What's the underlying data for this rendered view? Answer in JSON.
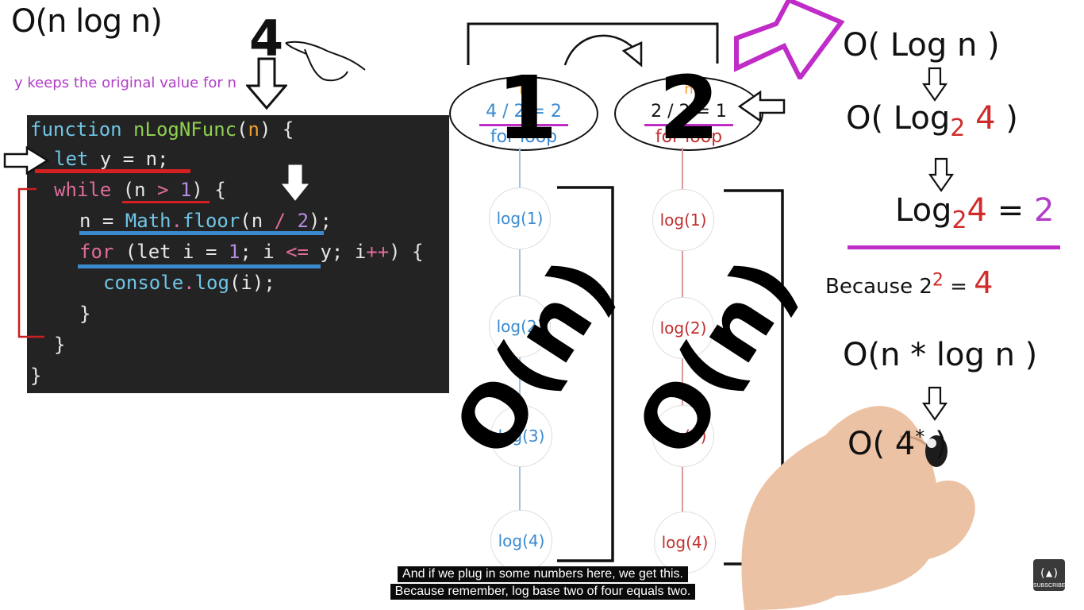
{
  "left": {
    "title": "O(n log n)",
    "note": "y keeps the original value for n",
    "big_four": "4"
  },
  "code": {
    "l1": {
      "kw": "function",
      "name": "nLogNFunc",
      "p1": "(",
      "arg": "n",
      "p2": ") {"
    },
    "l2": {
      "kw": "let",
      "rest": " y = n;"
    },
    "l3": {
      "kw": "while",
      "a": " (n ",
      "op": ">",
      "b": " ",
      "num": "1",
      "c": ") {"
    },
    "l4": {
      "a": "n = ",
      "obj": "Math",
      "dot": ".",
      "fn": "floor",
      "b": "(n ",
      "op": "/",
      "c": " ",
      "num": "2",
      "d": ");"
    },
    "l5": {
      "kw": "for",
      "a": " (let i = ",
      "num": "1",
      "b": "; i ",
      "op": "<=",
      "c": " y; i",
      "inc": "++",
      "d": ") {"
    },
    "l6": {
      "obj": "console",
      "dot": ".",
      "fn": "log",
      "a": "(i);"
    },
    "l7": "}",
    "l8": "}",
    "l9": "}"
  },
  "pills": [
    {
      "top": "n",
      "mid": "4 / 2 = 2",
      "bottom": "for loop"
    },
    {
      "top": "n",
      "mid": "2 / 2 = 1",
      "bottom": "for loop"
    }
  ],
  "overlay": {
    "one": "1",
    "two": "2",
    "on": "O(n)"
  },
  "col_blue": [
    "log(1)",
    "log(2)",
    "log(3)",
    "log(4)"
  ],
  "col_red": [
    "log(1)",
    "log(2)",
    "log(3)",
    "log(4)"
  ],
  "right": {
    "l1": "O( Log  n )",
    "l2a": "O( Log",
    "l2sub": "2",
    "l2num": "4",
    "l2b": " )",
    "l3a": "Log",
    "l3sub": "2",
    "l3num": "4",
    "l3eq": " = ",
    "l3res": "2",
    "because_text": "Because 2",
    "because_sup": "2",
    "because_eq": " = ",
    "because_res": "4",
    "l4": "O(n * log n )",
    "l5a": "O(  4",
    "l5b": "*",
    "l5c": "     )"
  },
  "caption": {
    "line1": "And if we plug in some numbers here, we get this.",
    "line2": "Because remember, log base two of four equals two."
  },
  "subscribe": "SUBSCRIBE",
  "colors": {
    "code_bg": "#232323",
    "purple": "#c02cc8",
    "red": "#d02b2b",
    "blue": "#3a8ad0"
  }
}
